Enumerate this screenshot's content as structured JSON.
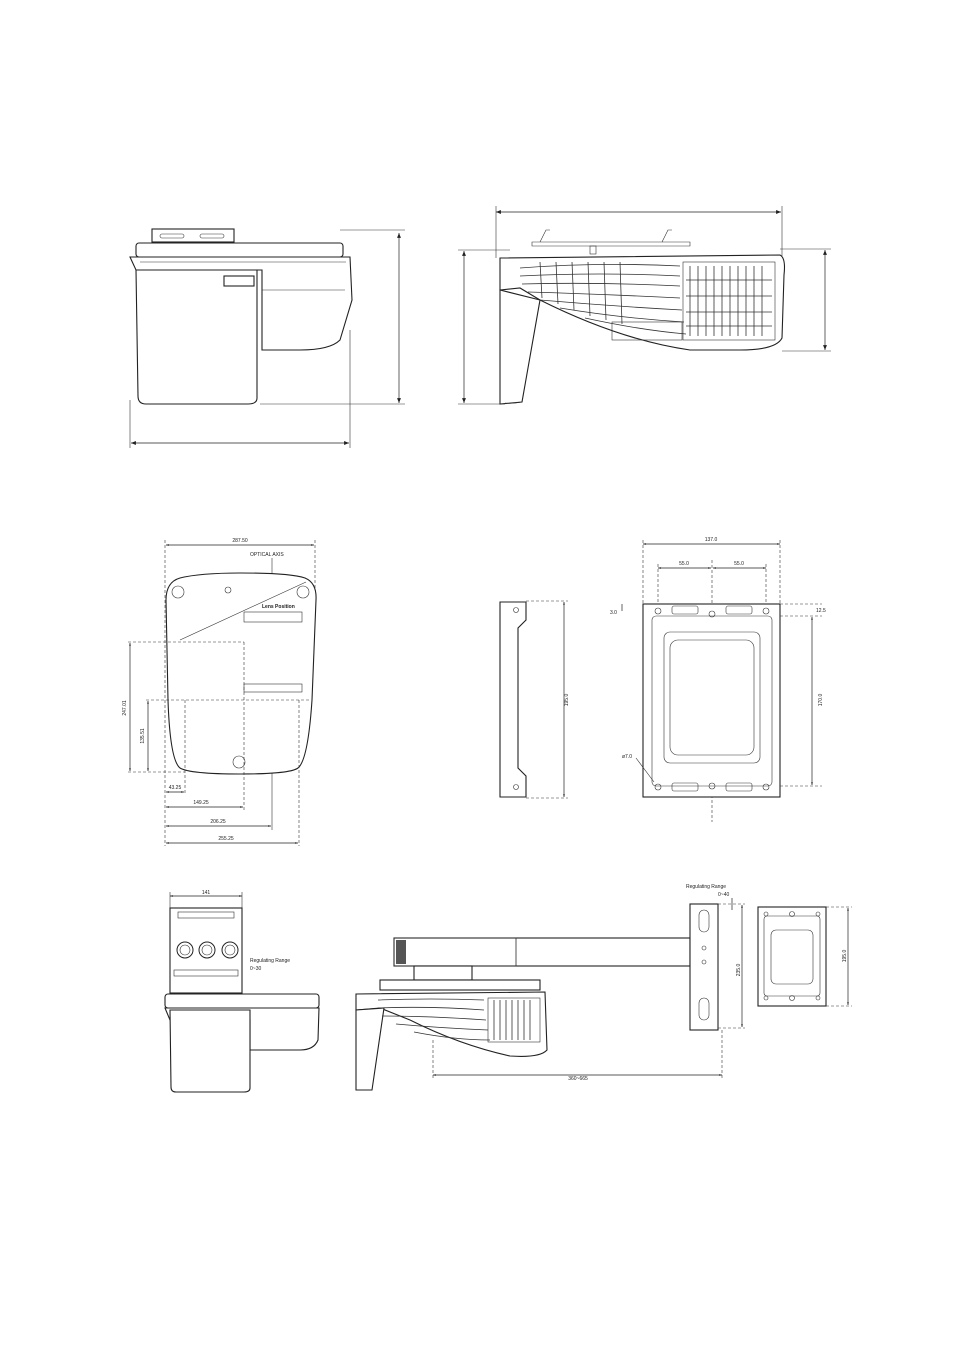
{
  "labels": {
    "optical_axis": "OPTICAL AXIS",
    "lens_label": "Lens Position",
    "regulating_range_1": "Regulating Range",
    "regulating_range_1_value": "0~30",
    "regulating_range_2": "Regulating Range",
    "regulating_range_2_value": "0~40"
  },
  "bottom_view": {
    "width": "287.50",
    "height_total": "247.01",
    "height_inner": "135.51",
    "x1": "43.25",
    "x2": "149.25",
    "x3": "206.25",
    "x4": "255.25"
  },
  "bracket_plate": {
    "width": "137.0",
    "half_left": "55.0",
    "half_right": "55.0",
    "top_offset": "12.5",
    "hole_offset": "3.0",
    "height_inner": "170.0",
    "hole_diameter": "ø7.0",
    "side_height": "195.0"
  },
  "wall_mount": {
    "top_width": "141",
    "arm_range": "360~665",
    "plate_height": "195.0",
    "slot_height": "235.0"
  }
}
